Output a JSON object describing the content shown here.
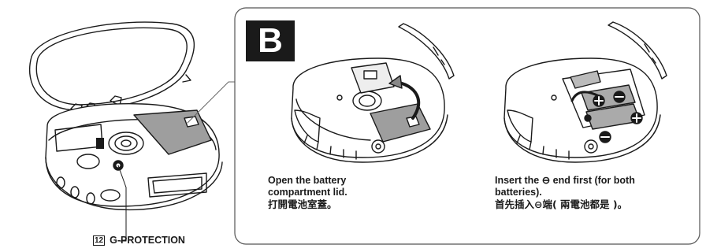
{
  "section_letter": "B",
  "step1": {
    "line1": "Open the battery",
    "line2": "compartment lid.",
    "line3": "打開電池室蓋。"
  },
  "step2": {
    "line1": "Insert the ⊖ end first (for both",
    "line2": "batteries).",
    "line3": "首先插入⊖端( 兩電池都是 )。"
  },
  "callout": {
    "number": "12",
    "label": "G-PROTECTION"
  }
}
